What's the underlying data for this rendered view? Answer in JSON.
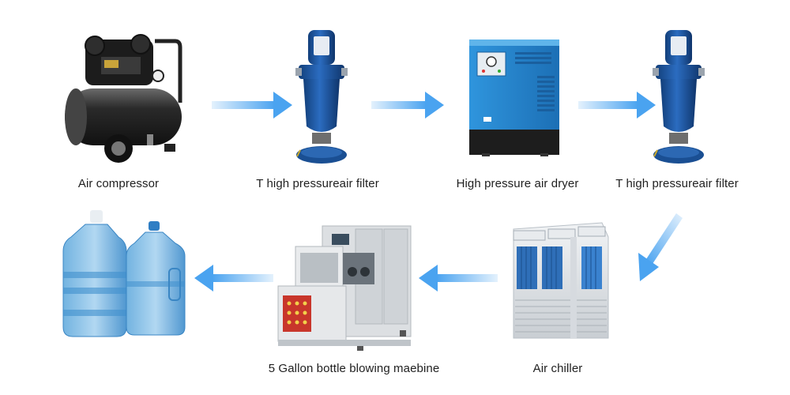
{
  "diagram": {
    "nodes": [
      {
        "label": "Air compressor",
        "icon": "air-compressor-icon"
      },
      {
        "label": "T high pressureair filter",
        "icon": "air-filter-icon"
      },
      {
        "label": "High pressure air dryer",
        "icon": "air-dryer-icon"
      },
      {
        "label": "T high pressureair filter",
        "icon": "air-filter-icon"
      },
      {
        "label": "Air chiller",
        "icon": "air-chiller-icon"
      },
      {
        "label": "5 Gallon bottle blowing maebine",
        "icon": "bottle-blowing-machine-icon"
      },
      {
        "label": "",
        "icon": "water-bottles-icon"
      }
    ],
    "colors": {
      "arrow": "#4aa3f0",
      "equipment_blue": "#1f5fa8",
      "dryer_blue": "#2d8fd6",
      "bottle_blue": "#4e9fd6"
    }
  }
}
